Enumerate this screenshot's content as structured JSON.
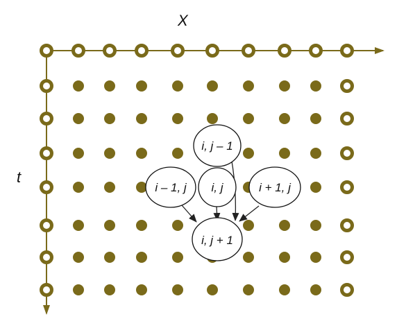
{
  "diagram": {
    "x_axis_label": "X",
    "t_axis_label": "t",
    "colors": {
      "point": "#7a6a1a",
      "axis": "#7a6a1a",
      "arrow": "#222222",
      "node_stroke": "#111111",
      "node_fill": "#ffffff"
    },
    "grid": {
      "columns": 10,
      "rows": 8,
      "point_types": [
        "boundary-ring",
        "interior-filled"
      ]
    },
    "stencil_nodes": [
      {
        "id": "up",
        "label": "i, j – 1"
      },
      {
        "id": "left",
        "label": "i – 1, j"
      },
      {
        "id": "center",
        "label": "i, j"
      },
      {
        "id": "right",
        "label": "i + 1, j"
      },
      {
        "id": "target",
        "label": "i, j + 1"
      }
    ]
  }
}
